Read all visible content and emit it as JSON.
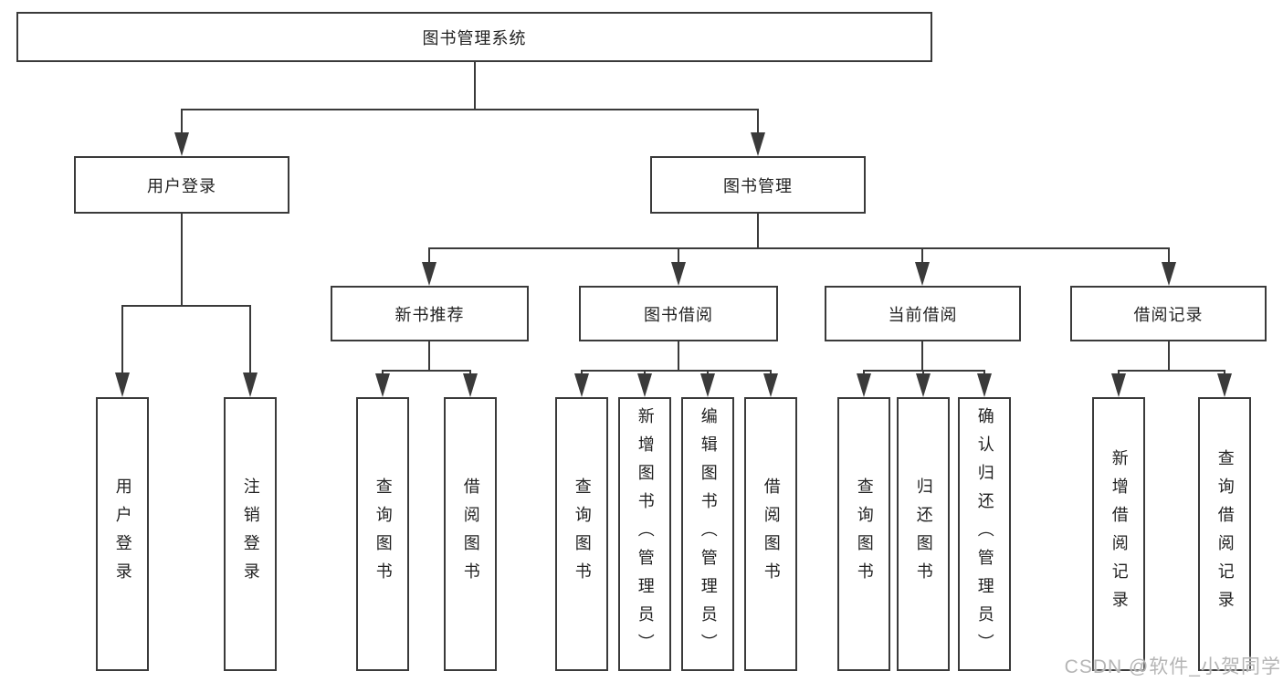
{
  "nodes": {
    "root": "图书管理系统",
    "level2": [
      "用户登录",
      "图书管理"
    ],
    "level3": [
      "新书推荐",
      "图书借阅",
      "当前借阅",
      "借阅记录"
    ],
    "leaves_login": [
      "用户登录",
      "注销登录"
    ],
    "leaves_newrec": [
      "查询图书",
      "借阅图书"
    ],
    "leaves_borrow": [
      "查询图书",
      "新增图书（管理员）",
      "编辑图书（管理员）",
      "借阅图书"
    ],
    "leaves_current": [
      "查询图书",
      "归还图书",
      "确认归还（管理员）"
    ],
    "leaves_records": [
      "新增借阅记录",
      "查询借阅记录"
    ]
  },
  "watermark": "CSDN @软件_小贺同学",
  "colors": {
    "line": "#3a3a3a",
    "border": "#3a3a3a",
    "text": "#222222",
    "watermark": "#b5b5b5"
  }
}
